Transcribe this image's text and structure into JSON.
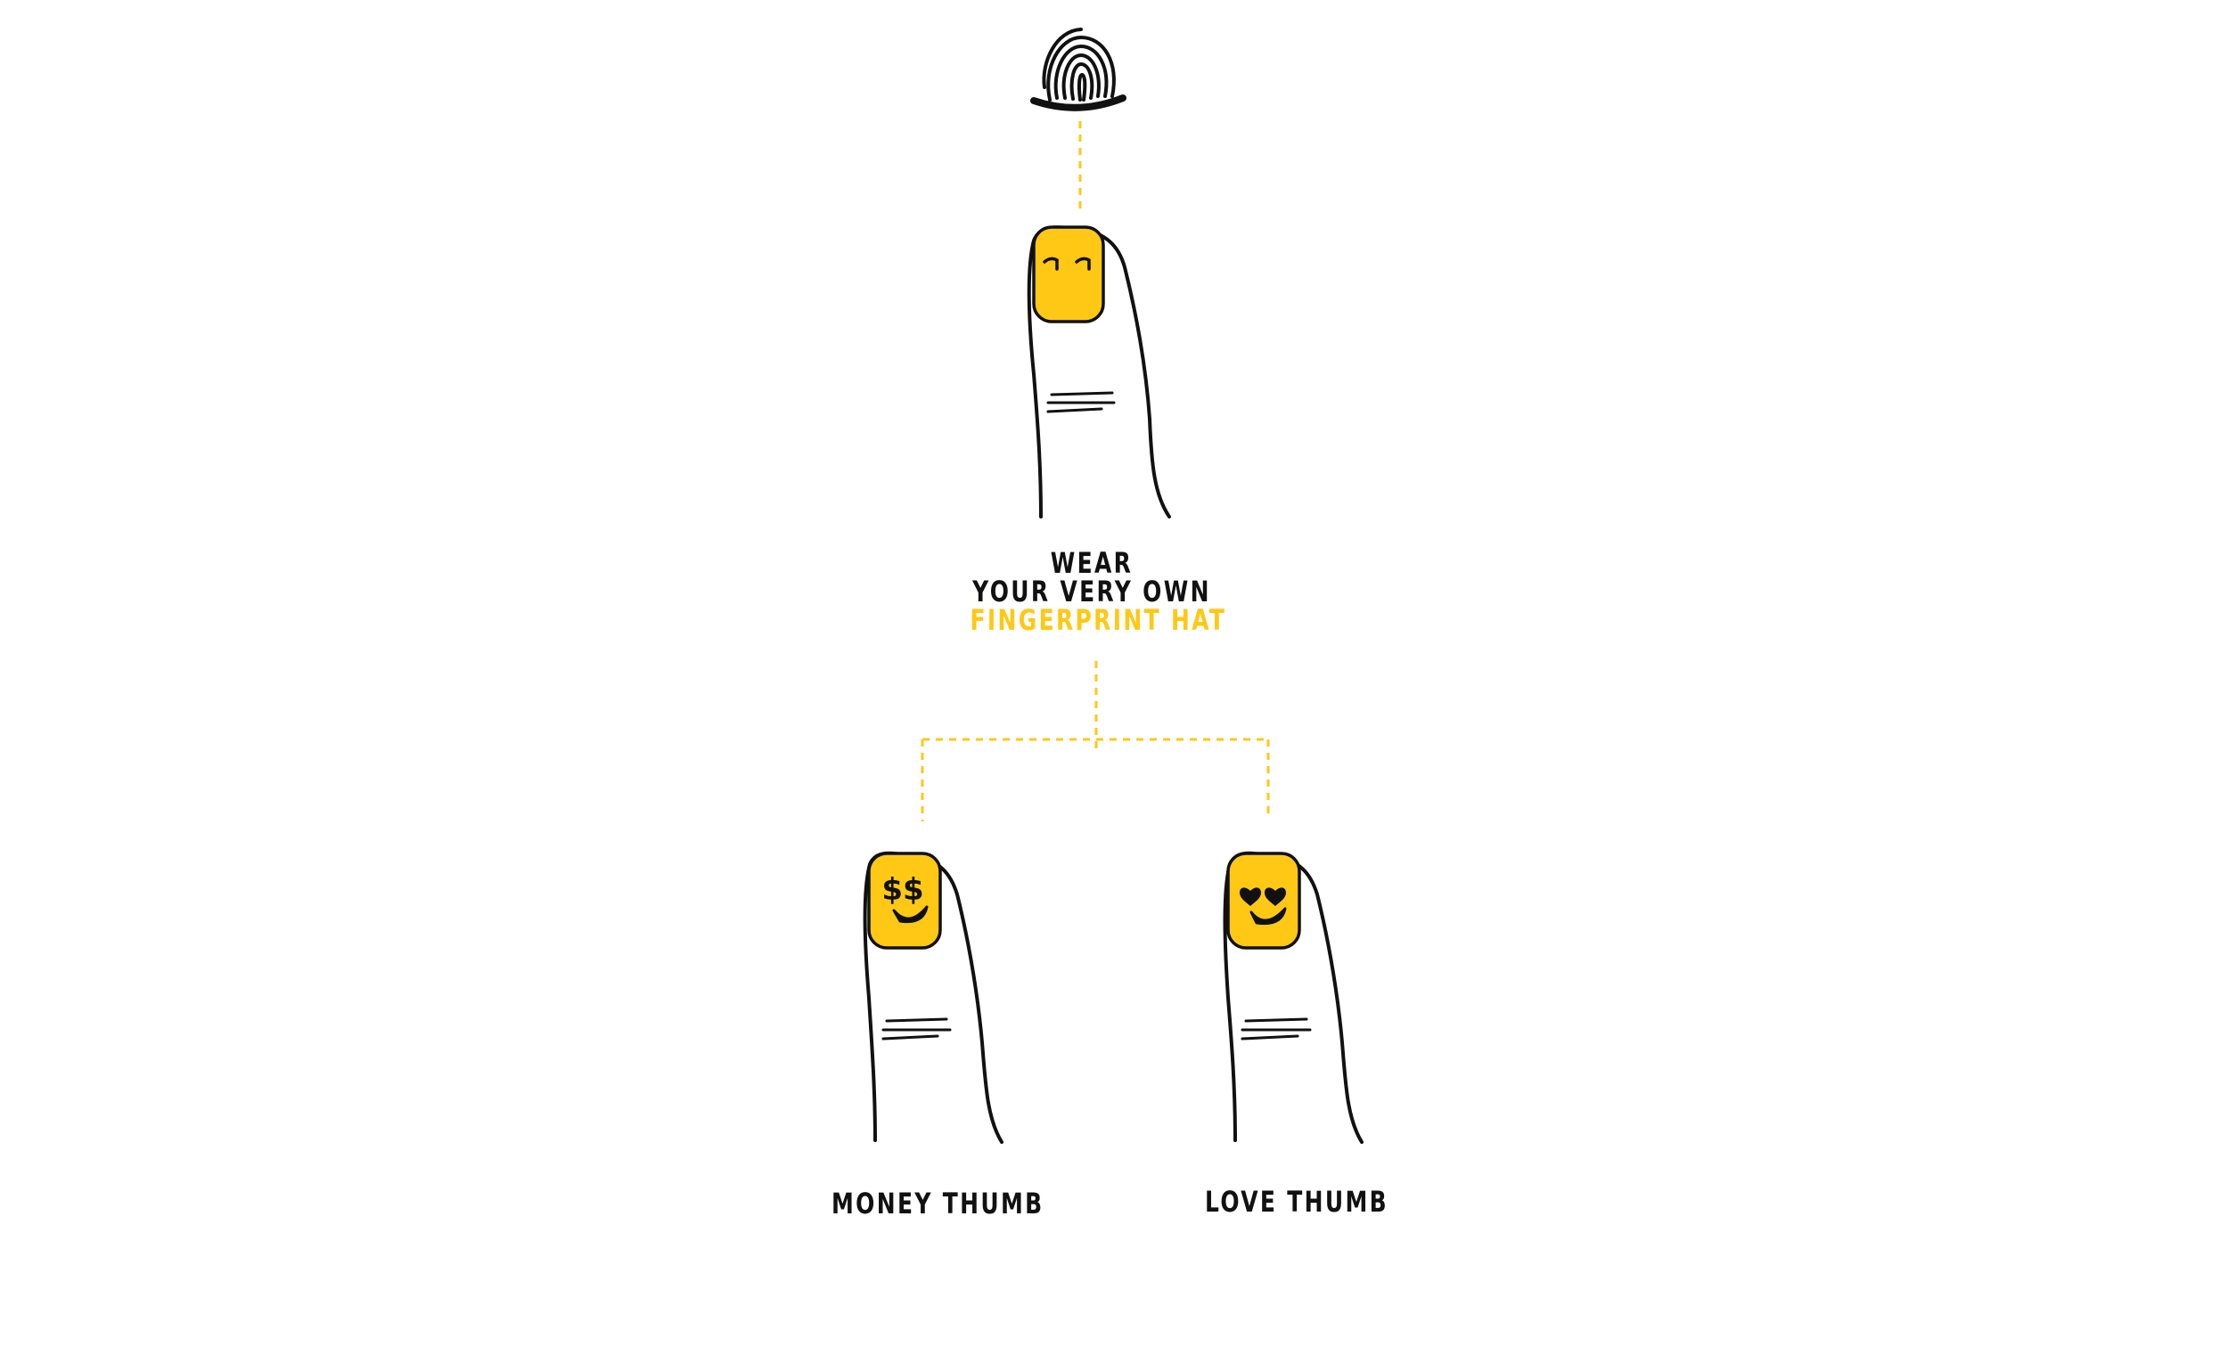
{
  "colors": {
    "accent": "#FFC814",
    "ink": "#111111",
    "background": "#FFFFFF"
  },
  "icons": {
    "top": "fingerprint-hat-icon"
  },
  "headline": {
    "line1": "WEAR",
    "line2": "YOUR VERY OWN",
    "line3": "FINGERPRINT HAT"
  },
  "thumbs": [
    {
      "label": "MONEY THUMB",
      "face": "dollar-eyes-smile"
    },
    {
      "label": "LOVE THUMB",
      "face": "heart-eyes-smile"
    }
  ]
}
